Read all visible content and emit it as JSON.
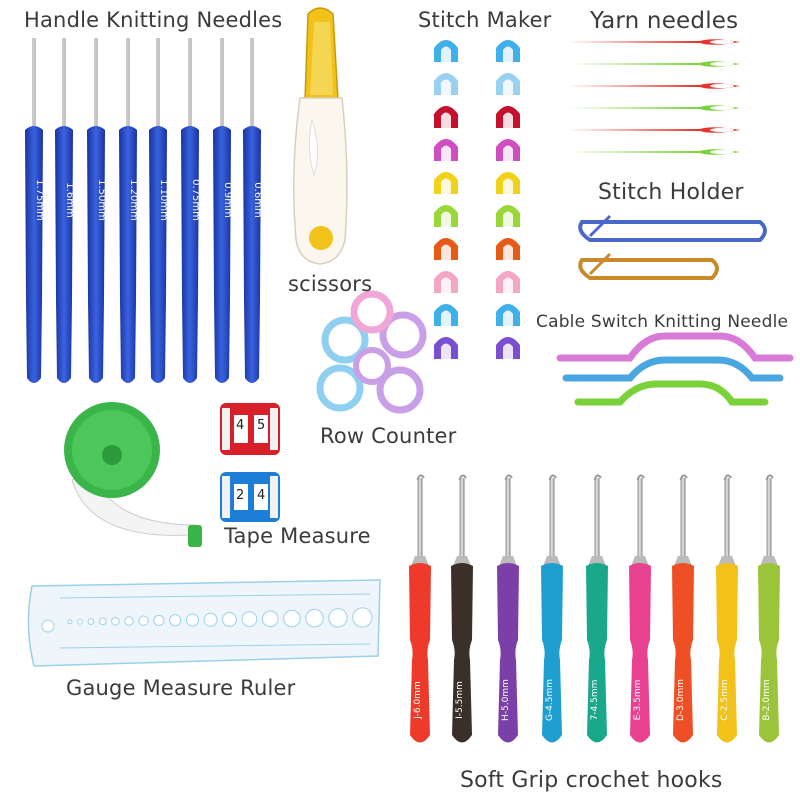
{
  "labels": {
    "handle_knitting_needles": "Handle Knitting Needles",
    "stitch_maker": "Stitch Maker",
    "yarn_needles": "Yarn needles",
    "stitch_holder": "Stitch Holder",
    "scissors": "scissors",
    "cable_switch": "Cable Switch Knitting Needle",
    "row_counter": "Row Counter",
    "tape_measure": "Tape Measure",
    "gauge_ruler": "Gauge Measure Ruler",
    "soft_grip": "Soft Grip crochet hooks"
  },
  "blue_hooks": [
    "1.75mm",
    "1.6mm",
    "1.50mm",
    "1.20mm",
    "1.10mm",
    "0.75mm",
    "0.9mm",
    "0.6mm"
  ],
  "grip_hooks": [
    {
      "size": "J-6.0mm",
      "color": "#ee3a2a"
    },
    {
      "size": "I-5.5mm",
      "color": "#3b2f2a"
    },
    {
      "size": "H-5.0mm",
      "color": "#7b3fa8"
    },
    {
      "size": "G-4.5mm",
      "color": "#1f9fd0"
    },
    {
      "size": "7-4.5mm",
      "color": "#1aa88a"
    },
    {
      "size": "E-3.5mm",
      "color": "#e8418f"
    },
    {
      "size": "D-3.0mm",
      "color": "#ee4f24"
    },
    {
      "size": "C-2.5mm",
      "color": "#f2c21a"
    },
    {
      "size": "B-2.0mm",
      "color": "#9cc43a"
    }
  ],
  "stitch_marker_colors": [
    "#3fb0e8",
    "#9ad0f0",
    "#c4122e",
    "#d04fc0",
    "#f0d21a",
    "#9ad83a",
    "#e65a16",
    "#f4a6c4",
    "#3fb0e8",
    "#7a4fd0"
  ],
  "yarn_needle_colors": [
    "#e8332a",
    "#7ad23a",
    "#e8332a",
    "#7ad23a",
    "#e8332a",
    "#7ad23a"
  ],
  "row_counter_top": [
    "4",
    "5"
  ],
  "row_counter_bottom": [
    "2",
    "4"
  ],
  "colors": {
    "blue_needle": "#2548c4",
    "scissors": "#f2c21a",
    "tape": "#3bb54a"
  }
}
